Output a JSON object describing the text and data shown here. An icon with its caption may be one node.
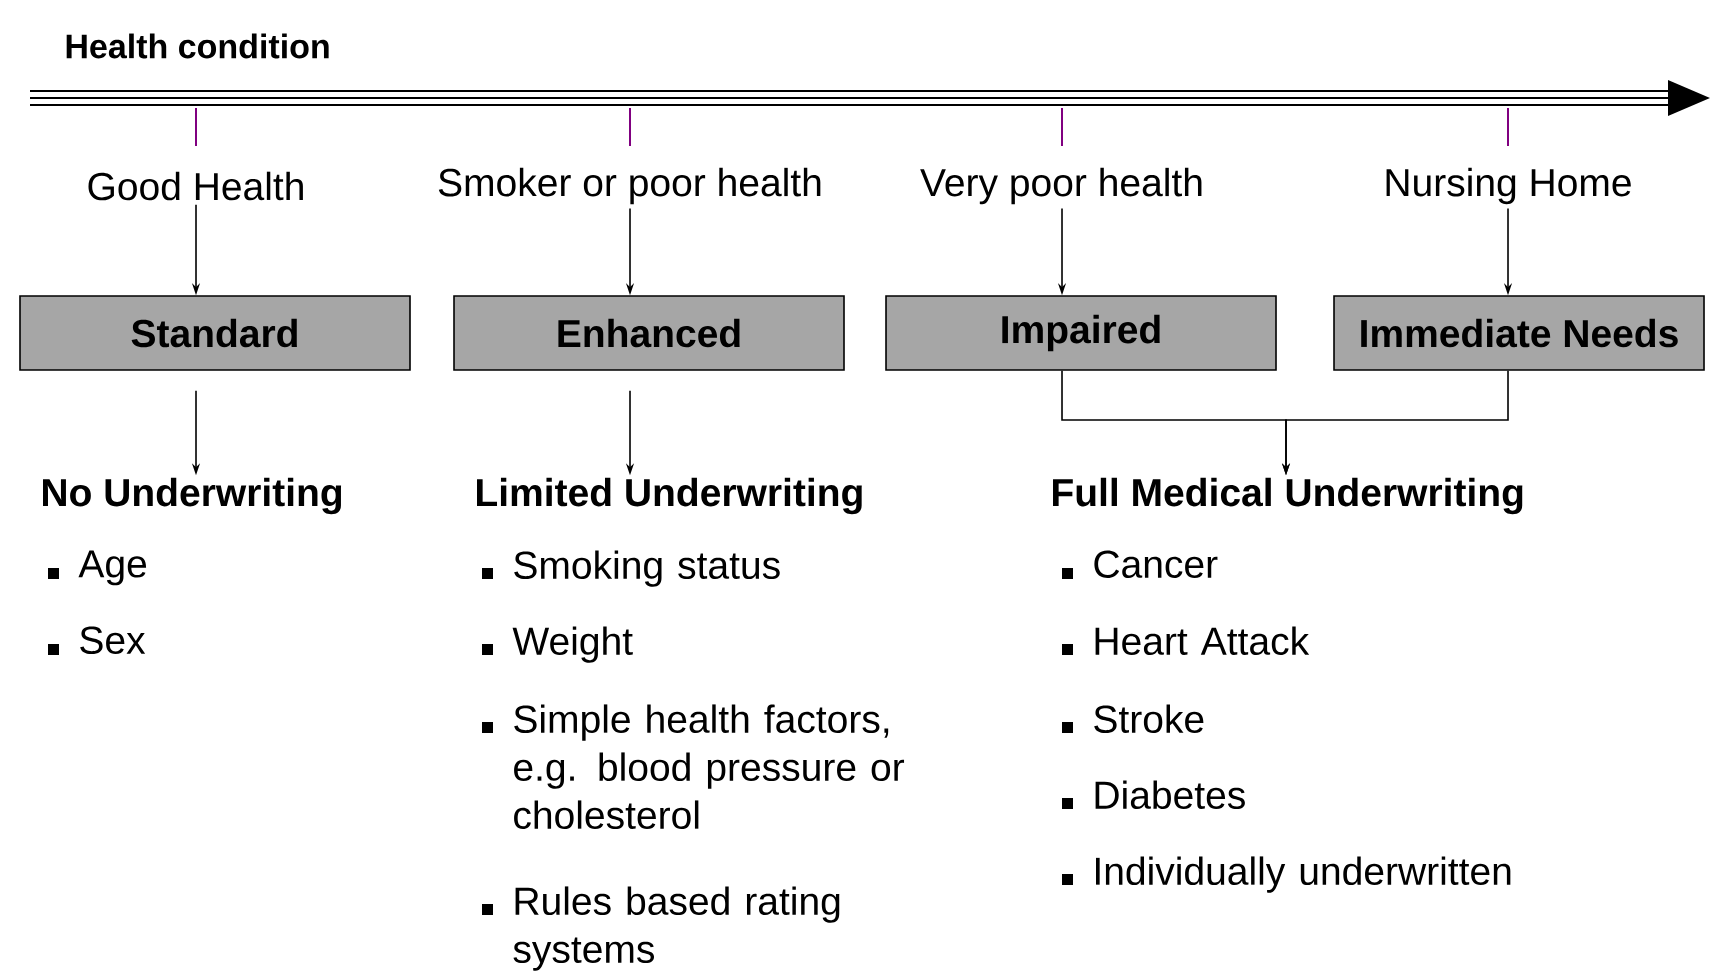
{
  "diagram": {
    "title": "Health condition",
    "nodes": [
      {
        "text": [
          "Good Health"
        ]
      },
      {
        "text": [
          "Smoker or poor health"
        ]
      },
      {
        "text": [
          "Very poor health"
        ]
      },
      {
        "text": [
          "Nursing Home"
        ]
      },
      {
        "text": [
          "Standard"
        ]
      },
      {
        "text": [
          "Enhanced"
        ]
      },
      {
        "text": [
          "Impaired"
        ]
      },
      {
        "text": [
          "Immediate Needs"
        ]
      },
      {
        "text": [
          "No Underwriting"
        ]
      },
      {
        "text": [
          "Limited Underwriting"
        ]
      },
      {
        "text": [
          "Full Medical Underwriting"
        ]
      }
    ],
    "edges": [
      {
        "from": 0,
        "to": 4,
        "arrow": "to"
      },
      {
        "from": 1,
        "to": 5,
        "arrow": "to"
      },
      {
        "from": 2,
        "to": 6,
        "arrow": "to"
      },
      {
        "from": 3,
        "to": 7,
        "arrow": "to"
      },
      {
        "from": 4,
        "to": 8,
        "arrow": "to"
      },
      {
        "from": 5,
        "to": 9,
        "arrow": "to"
      },
      {
        "from": 6,
        "to": 10,
        "arrow": "to"
      },
      {
        "from": 7,
        "to": 10,
        "arrow": "to"
      }
    ],
    "labels": [
      "Age",
      "Sex",
      "Smoking status",
      "Weight",
      "Simple health factors, e.g. blood pressure or cholesterol",
      "Rules based rating systems",
      "Cancer",
      "Heart Attack",
      "Stroke",
      "Diabetes",
      "Individually underwritten"
    ]
  }
}
